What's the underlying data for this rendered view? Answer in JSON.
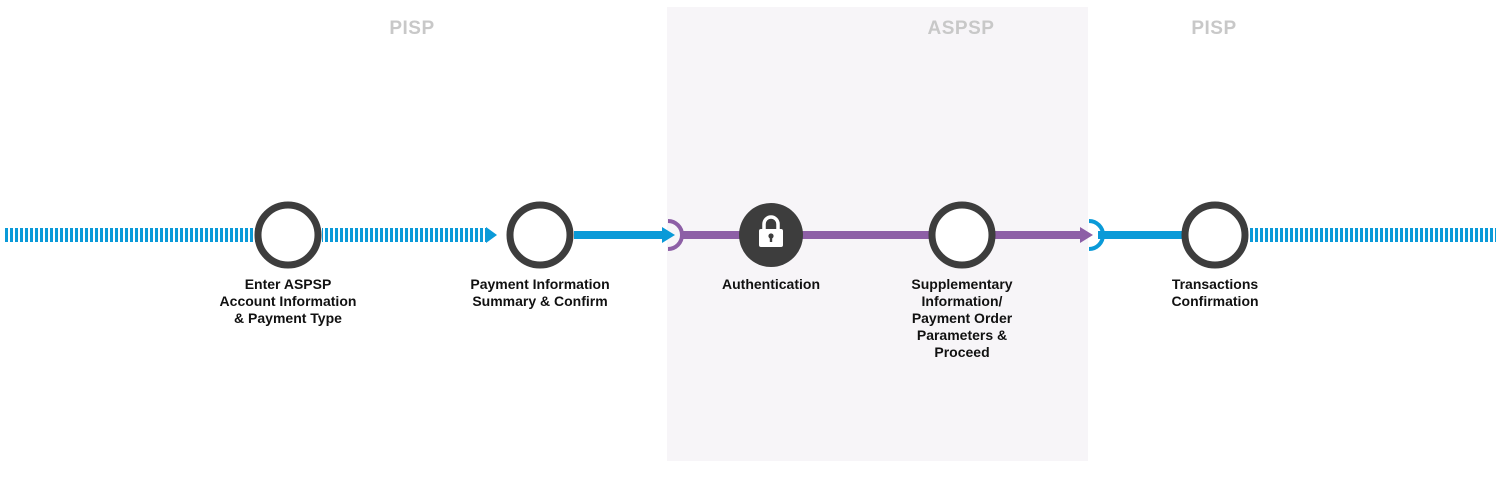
{
  "zones": [
    {
      "label": "PISP"
    },
    {
      "label": "ASPSP"
    },
    {
      "label": "PISP"
    }
  ],
  "steps": [
    {
      "label": "Enter ASPSP\nAccount Information\n& Payment Type"
    },
    {
      "label": "Payment Information\nSummary & Confirm"
    },
    {
      "label": "Authentication",
      "icon": "padlock-icon"
    },
    {
      "label": "Supplementary\nInformation/\nPayment Order\nParameters &\nProceed"
    },
    {
      "label": "Transactions\nConfirmation"
    }
  ],
  "colors": {
    "pisp_line": "#0a9ad8",
    "aspsp_line": "#8d5fa6",
    "node_ring": "#3d3d3d",
    "node_fill": "#ffffff",
    "node_filled": "#3d3d3d",
    "aspsp_zone": "#f7f5f8",
    "zone_text": "#c8c8c8"
  }
}
